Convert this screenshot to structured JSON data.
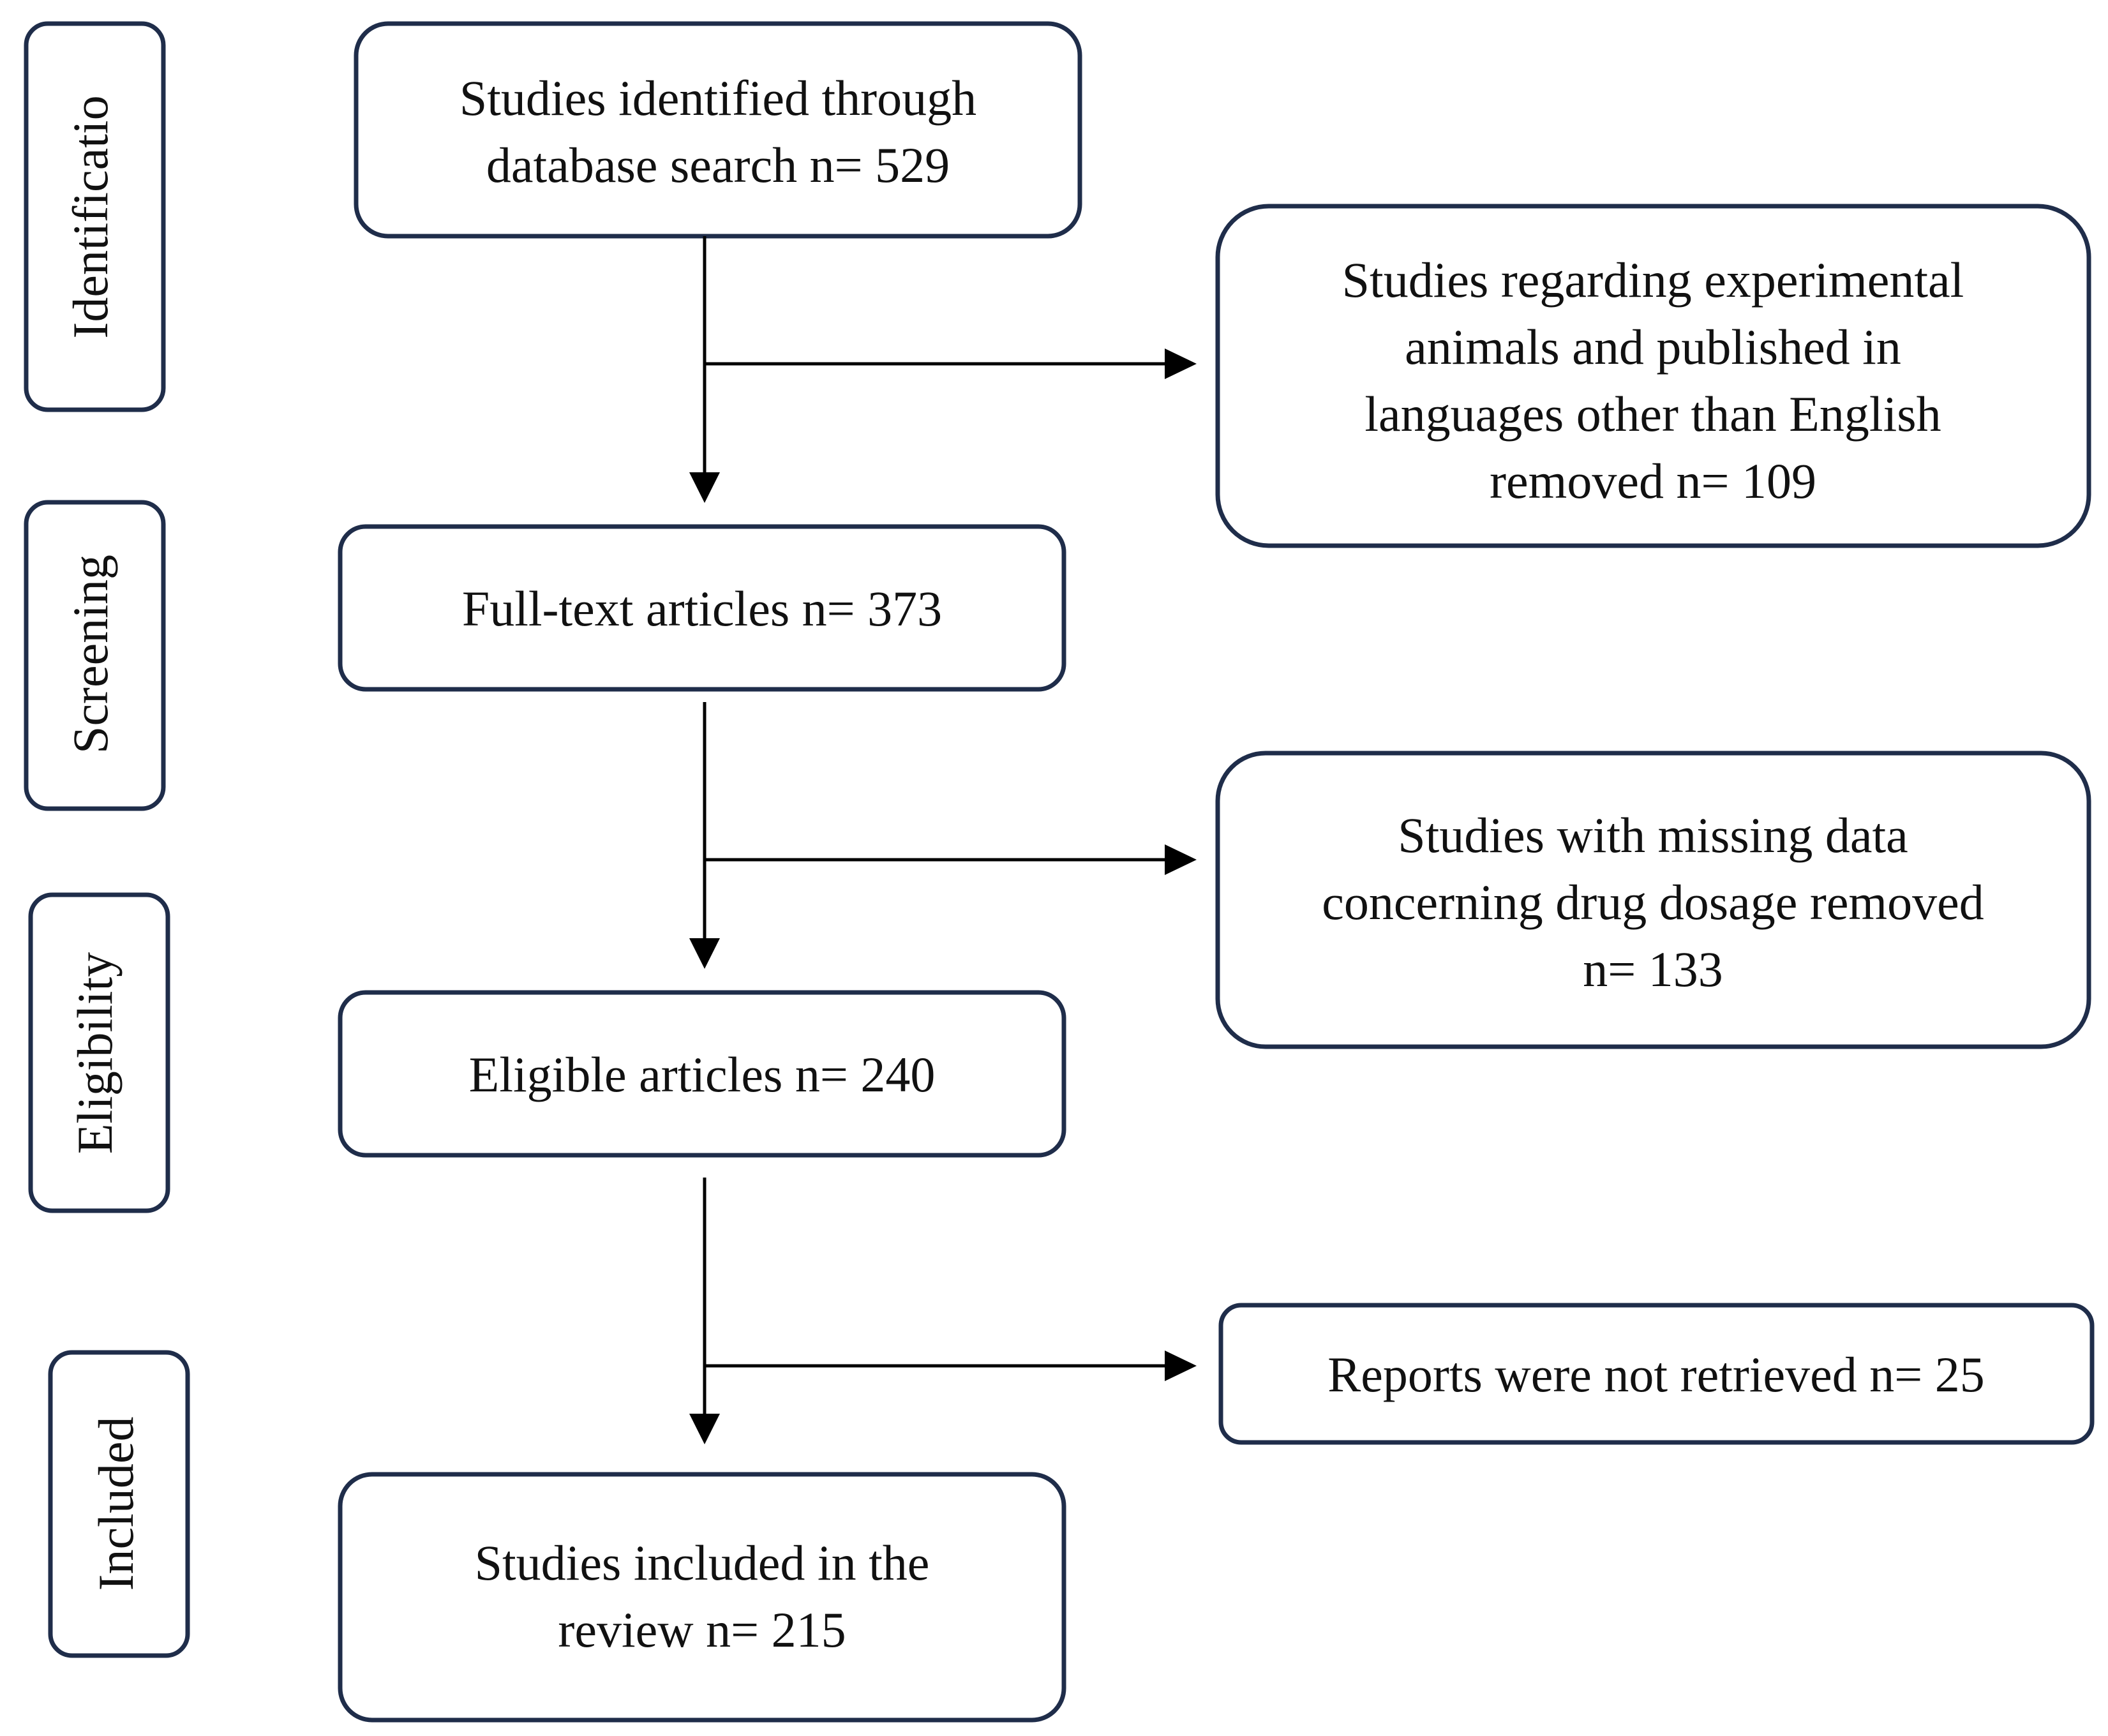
{
  "stages": {
    "identification": "Identificatio",
    "screening": "Screening",
    "eligibility": "Eligibility",
    "included": "Included"
  },
  "main_flow": {
    "identified": [
      "Studies identified through",
      "database search n= 529"
    ],
    "full_text": [
      "Full-text articles n= 373"
    ],
    "eligible": [
      "Eligible articles n= 240"
    ],
    "included": [
      "Studies included in the",
      "review n= 215"
    ]
  },
  "exclusions": {
    "animals_language": [
      "Studies regarding experimental",
      "animals and published in",
      "languages other than English",
      "removed n= 109"
    ],
    "missing_dosage": [
      "Studies with missing data",
      "concerning drug dosage removed",
      "n= 133"
    ],
    "not_retrieved": [
      "Reports were not retrieved n= 25"
    ]
  },
  "colors": {
    "box_border": "#1f2d4a",
    "arrow": "#000000",
    "text": "#111111",
    "background": "#ffffff"
  }
}
